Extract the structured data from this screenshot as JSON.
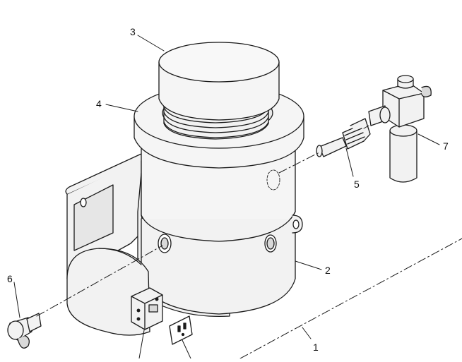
{
  "colors": {
    "line": "#1a1a1a",
    "fill": "#f2f2f2",
    "fill_dark": "#d9d9d9",
    "background": "#ffffff"
  },
  "callouts": [
    {
      "id": "callout-1",
      "label": "1"
    },
    {
      "id": "callout-2",
      "label": "2"
    },
    {
      "id": "callout-3",
      "label": "3"
    },
    {
      "id": "callout-4",
      "label": "4"
    },
    {
      "id": "callout-5",
      "label": "5"
    },
    {
      "id": "callout-6",
      "label": "6"
    },
    {
      "id": "callout-7",
      "label": "7"
    }
  ]
}
